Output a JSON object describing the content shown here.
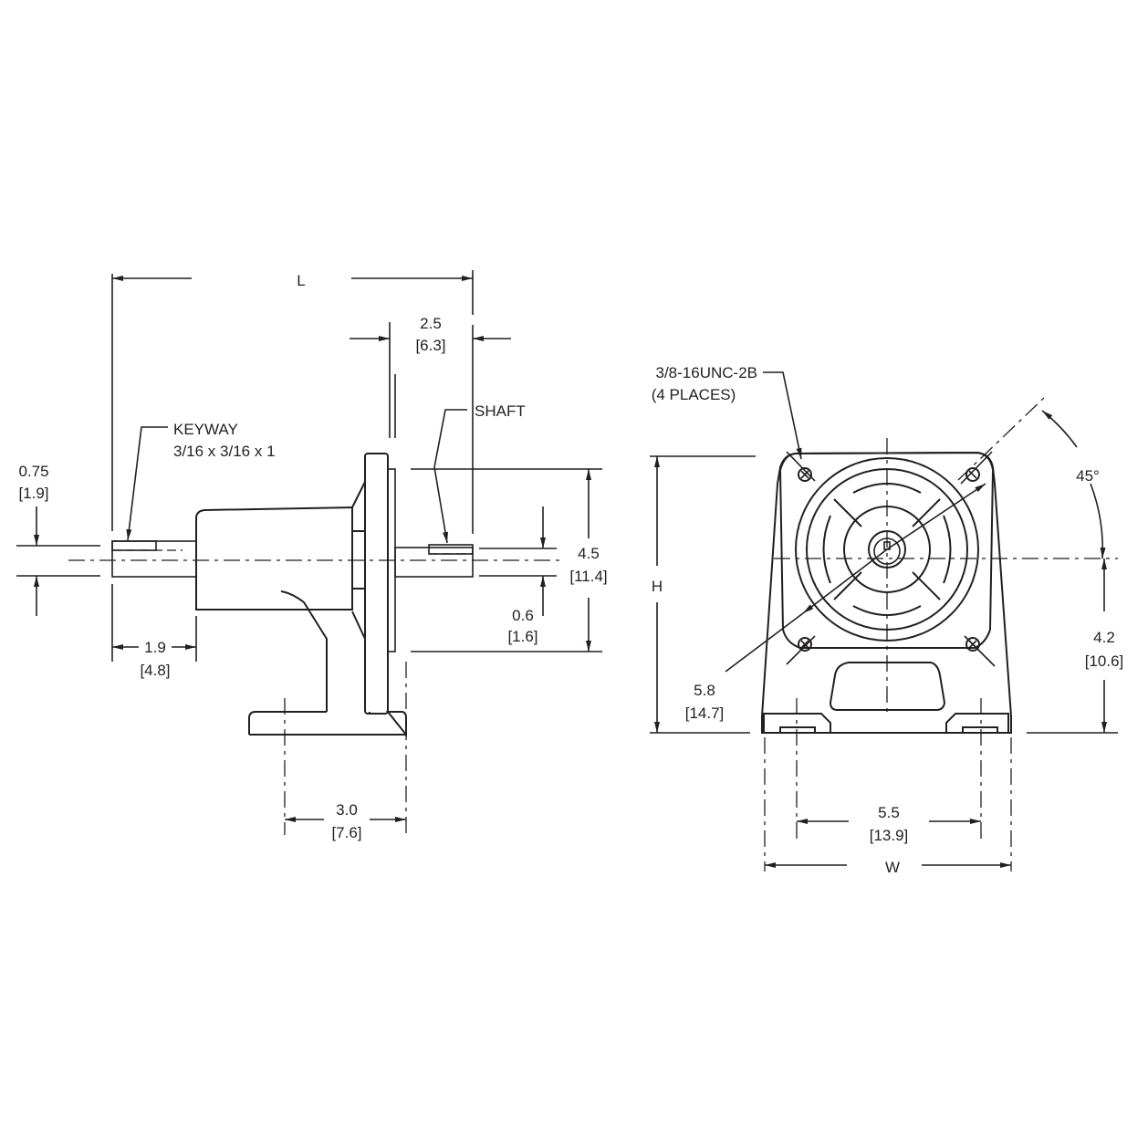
{
  "drawing": {
    "side_view": {
      "overall_length": "L",
      "shaft_extension": {
        "value": "2.5",
        "metric": "[6.3]"
      },
      "keyway_label": "KEYWAY",
      "keyway_size": "3/16 x 3/16 x 1",
      "shaft_label": "SHAFT",
      "input_shaft_dia": {
        "value": "0.75",
        "metric": "[1.9]"
      },
      "output_shaft_dia": {
        "value": "0.6",
        "metric": "[1.6]"
      },
      "flange_height": {
        "value": "4.5",
        "metric": "[11.4]"
      },
      "input_shaft_length": {
        "value": "1.9",
        "metric": "[4.8]"
      },
      "foot_width": {
        "value": "3.0",
        "metric": "[7.6]"
      }
    },
    "front_view": {
      "tap_label": "3/8-16UNC-2B",
      "tap_places": "(4 PLACES)",
      "angle": "45°",
      "height": "H",
      "bolt_circle": {
        "value": "5.8",
        "metric": "[14.7]"
      },
      "center_height": {
        "value": "4.2",
        "metric": "[10.6]"
      },
      "mount_spacing": {
        "value": "5.5",
        "metric": "[13.9]"
      },
      "width": "W"
    }
  }
}
